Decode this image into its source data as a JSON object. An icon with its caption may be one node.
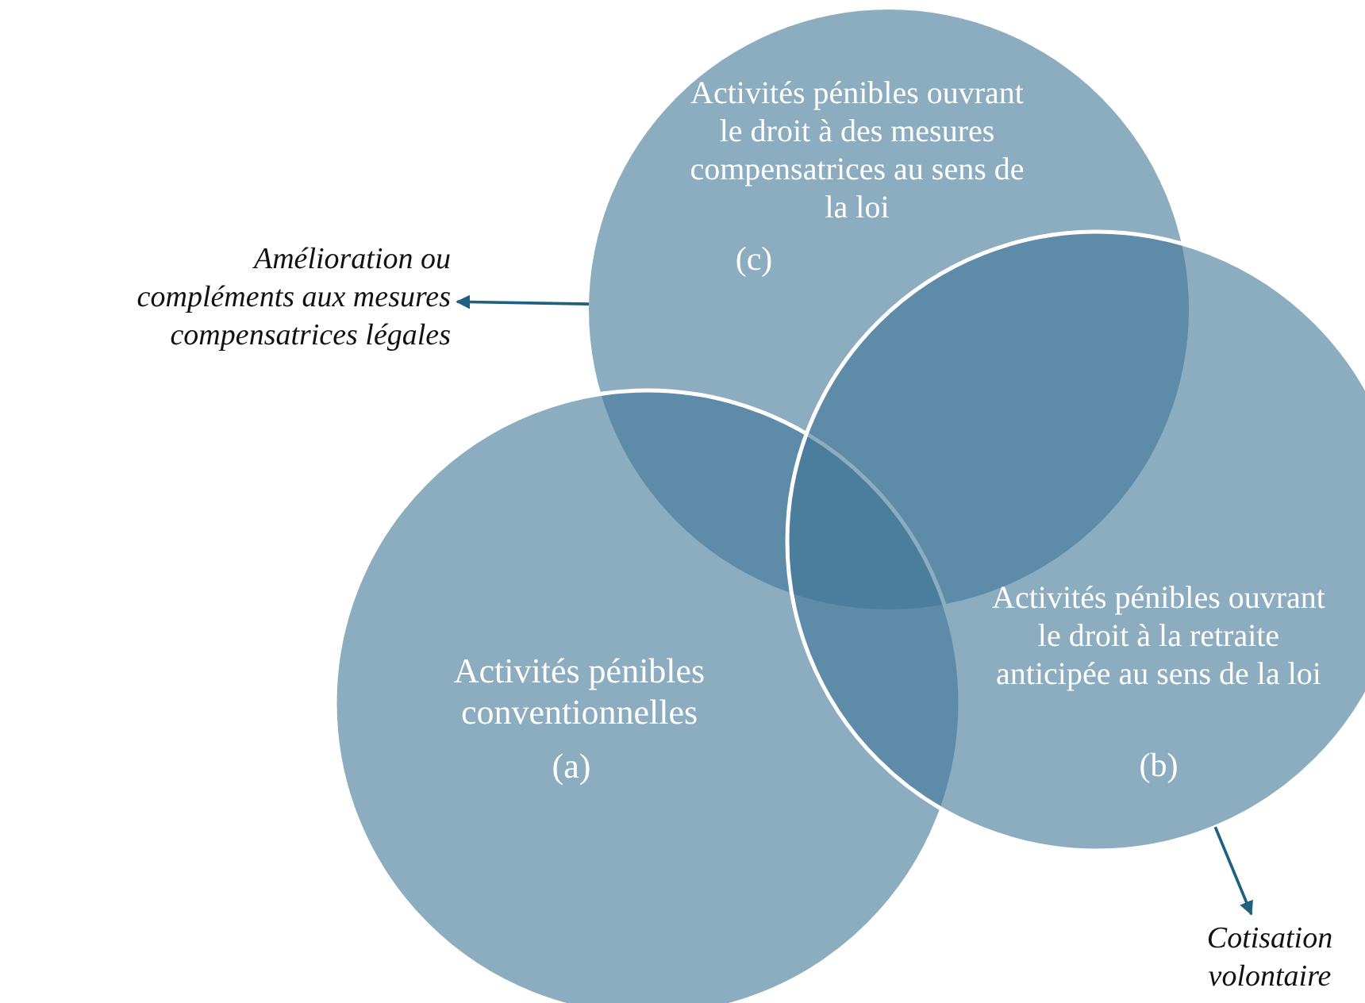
{
  "diagram": {
    "nodes": [
      {
        "text": [
          "Activités pénibles ouvrant le droit à des mesures compensatrices au sens de la loi",
          "(c)"
        ]
      },
      {
        "text": [
          "Activités pénibles ouvrant le droit à la retraite anticipée au sens de la loi",
          "(b)"
        ]
      },
      {
        "text": [
          "Activités pénibles conventionnelles",
          "(a)"
        ]
      },
      {
        "text": [
          "Amélioration ou compléments aux mesures compensatrices légales"
        ]
      },
      {
        "text": [
          "Cotisation volontaire"
        ]
      }
    ],
    "edges": [
      {
        "from": 0,
        "to": 3,
        "arrow": "to"
      },
      {
        "from": 1,
        "to": 4,
        "arrow": "to"
      }
    ]
  }
}
